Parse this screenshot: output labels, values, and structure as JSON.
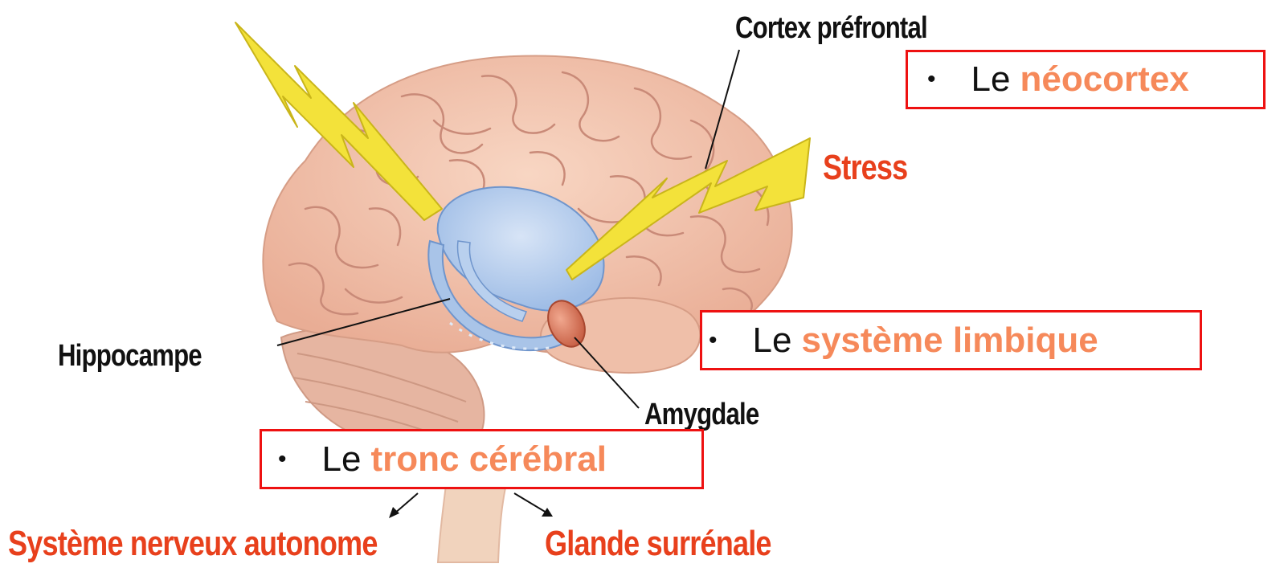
{
  "labels": {
    "cortex": "Cortex préfrontal",
    "stress": "Stress",
    "hippocampe": "Hippocampe",
    "amygdale": "Amygdale",
    "sna": "Système nerveux autonome",
    "glande": "Glande surrénale"
  },
  "boxes": {
    "neocortex": {
      "bullet": "•",
      "prefix": "Le",
      "highlight": "néocortex"
    },
    "limbique": {
      "bullet": "•",
      "prefix": "Le",
      "highlight": "système limbique"
    },
    "tronc": {
      "bullet": "•",
      "prefix": "Le",
      "highlight": "tronc cérébral"
    }
  },
  "colors": {
    "brain": "#f4c7b0",
    "brain_folds": "#c98a78",
    "limbic": "#a9c4e8",
    "amygdala": "#d9745a",
    "lightning": "#f3e23a",
    "label_red": "#e8401c",
    "highlight_orange": "#f6895a",
    "box_border": "#ee1111"
  }
}
